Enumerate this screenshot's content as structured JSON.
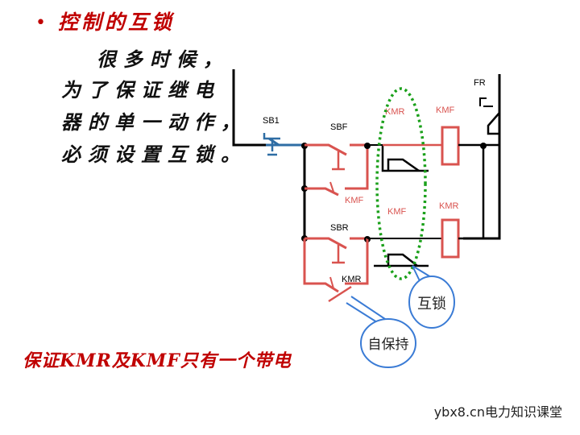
{
  "slide": {
    "bullet": "•",
    "title": "控制的互锁",
    "body_lines": [
      "很多时候，",
      "为了保证继电",
      "器的单一动作，",
      "必须设置互锁。"
    ],
    "note": "保证KMR及KMF只有一个带电",
    "watermark": "ybx8.cn电力知识课堂"
  },
  "diagram": {
    "labels": {
      "sb1": "SB1",
      "sbf": "SBF",
      "sbr": "SBR",
      "kmf_aux": "KMF",
      "kmr_aux": "KMR",
      "kmr_interlock": "KMR",
      "kmf_interlock": "KMF",
      "kmf_coil": "KMF",
      "kmr_coil": "KMR",
      "fr": "FR"
    },
    "callouts": {
      "interlock": "互锁",
      "self_hold": "自保持"
    },
    "colors": {
      "wire_black": "#000000",
      "wire_red": "#d9534f",
      "sb1_blue": "#2e6da4",
      "dashed_green": "#1aa01a",
      "callout_blue": "#3a7bd5",
      "label_red": "#d9534f"
    }
  }
}
